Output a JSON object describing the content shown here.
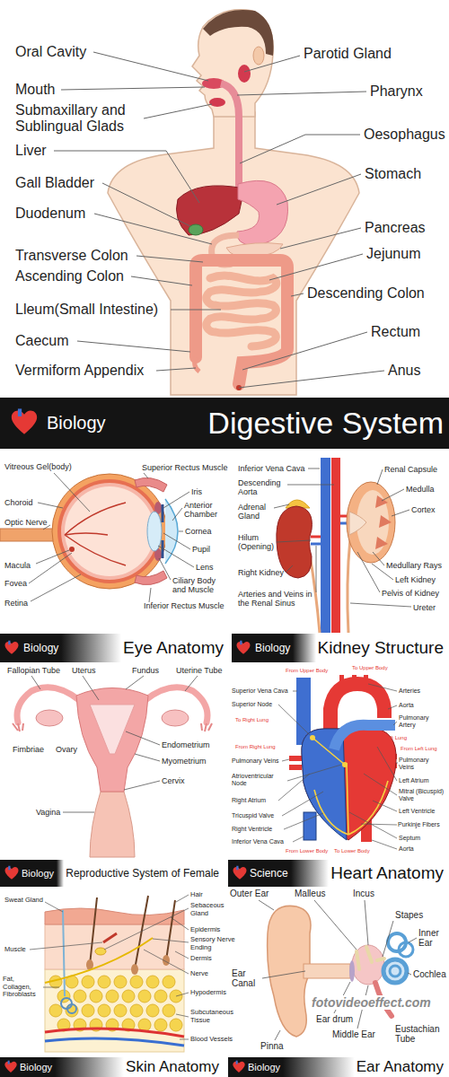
{
  "diagram": {
    "nodes": [
      {
        "text": [
          "Biology",
          "Digestive System"
        ]
      },
      {
        "text": [
          "Biology",
          "Eye Anatomy"
        ]
      },
      {
        "text": [
          "Biology",
          "Kidney Structure"
        ]
      },
      {
        "text": [
          "Biology",
          "Reproductive System of Female"
        ]
      },
      {
        "text": [
          "Science",
          "Heart Anatomy"
        ]
      },
      {
        "text": [
          "Biology",
          "Skin Anatomy"
        ]
      },
      {
        "text": [
          "Biology",
          "Ear Anatomy"
        ]
      }
    ],
    "labels": [
      "Oral Cavity",
      "Mouth",
      "Submaxillary and Sublingual Glads",
      "Liver",
      "Gall Bladder",
      "Duodenum",
      "Transverse Colon",
      "Ascending Colon",
      "Lleum(Small Intestine)",
      "Caecum",
      "Vermiform Appendix",
      "Parotid Gland",
      "Pharynx",
      "Oesophagus",
      "Stomach",
      "Pancreas",
      "Jejunum",
      "Descending Colon",
      "Rectum",
      "Anus",
      "Vitreous Gel(body)",
      "Choroid",
      "Optic Nerve",
      "Macula",
      "Fovea",
      "Retina",
      "Superior Rectus Muscle",
      "Iris",
      "Anterior Chamber",
      "Cornea",
      "Pupil",
      "Lens",
      "Ciliary Body and Muscle",
      "Inferior Rectus Muscle",
      "Inferior Vena Cava",
      "Descending Aorta",
      "Adrenal Gland",
      "Hilum (Opening)",
      "Right Kidney",
      "Arteries and Veins in the Renal Sinus",
      "Renal Capsule",
      "Medulla",
      "Cortex",
      "Medullary Rays",
      "Left Kidney",
      "Pelvis of Kidney",
      "Ureter",
      "Fallopian Tube",
      "Uterus",
      "Fundus",
      "Uterine Tube",
      "Fimbriae",
      "Ovary",
      "Endometrium",
      "Myometrium",
      "Cervix",
      "Vagina",
      "From Upper Body",
      "Superior Vena Cava",
      "Superior Node",
      "To Right Lung",
      "From Right Lung",
      "Pulmonary Veins",
      "Atrioventricular Node",
      "Right Atrium",
      "Tricuspid Valve",
      "Right Ventricle",
      "Inferior Vena Cava",
      "From Lower Body",
      "To Upper Body",
      "Arteries",
      "Aorta",
      "Pulmonary Artery",
      "To Left Lung",
      "From Left Lung",
      "Pulmonary Veins",
      "Left Atrium",
      "Mitral (Bicuspid) Valve",
      "Left Ventricle",
      "Purkinje Fibers",
      "Septum",
      "Aorta",
      "To Lower Body",
      "Hair",
      "Sweat Gland",
      "Sebaceous Gland",
      "Epidermis",
      "Sensory Nerve Ending",
      "Dermis",
      "Muscle",
      "Nerve",
      "Fat, Collagen, Fibroblasts",
      "Hypodermis",
      "Subcutaneous Tissue",
      "Blood Vessels",
      "Outer Ear",
      "Malleus",
      "Incus",
      "Stapes",
      "Inner Ear",
      "Cochlea",
      "Ear Canal",
      "Ear drum",
      "Middle Ear",
      "Eustachian Tube",
      "Pinna",
      "fotovideoeffect.com"
    ]
  }
}
